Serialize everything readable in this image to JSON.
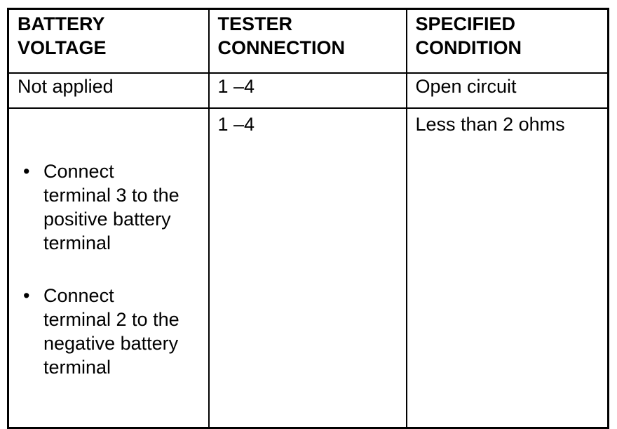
{
  "colors": {
    "background": "#ffffff",
    "border": "#000000",
    "text": "#000000"
  },
  "table": {
    "headers": [
      "BATTERY\nVOLTAGE",
      "TESTER\nCONNECTION",
      "SPECIFIED\nCONDITION"
    ],
    "rows": [
      {
        "battery_voltage": "Not applied",
        "tester_connection": "1 –4",
        "specified_condition": "Open circuit"
      },
      {
        "battery_voltage_bullets": [
          "Connect\nterminal 3 to the\npositive battery\nterminal",
          "Connect\nterminal 2 to the\nnegative battery\nterminal"
        ],
        "tester_connection": "1 –4",
        "specified_condition": "Less than 2 ohms"
      }
    ]
  }
}
